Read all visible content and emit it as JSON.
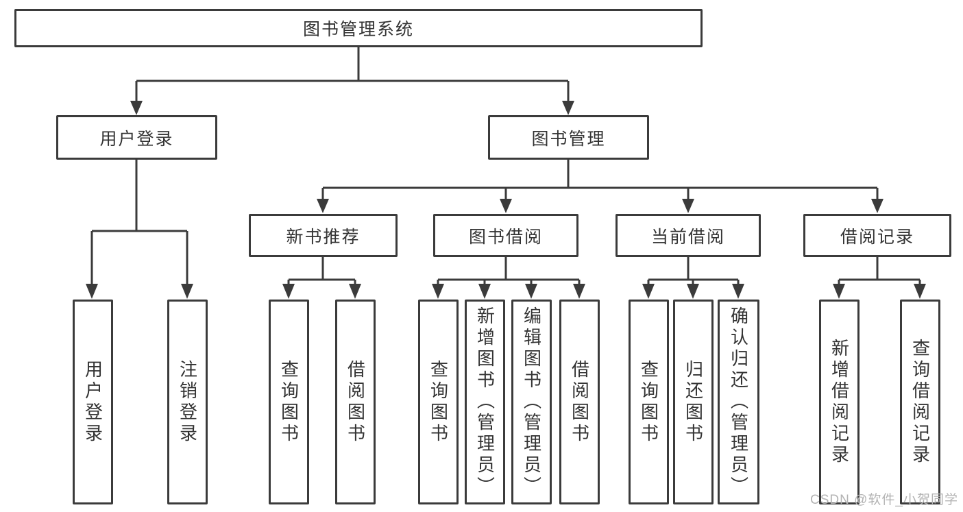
{
  "tree": {
    "root": "图书管理系统",
    "level1": [
      "用户登录",
      "图书管理"
    ],
    "user_children": [
      "用户登录",
      "注销登录"
    ],
    "level2": [
      "新书推荐",
      "图书借阅",
      "当前借阅",
      "借阅记录"
    ],
    "new_book_children": [
      "查询图书",
      "借阅图书"
    ],
    "borrow_children": [
      "查询图书",
      "新增图书（管理员）",
      "编辑图书（管理员）",
      "借阅图书"
    ],
    "current_children": [
      "查询图书",
      "归还图书",
      "确认归还（管理员）"
    ],
    "record_children": [
      "新增借阅记录",
      "查询借阅记录"
    ]
  },
  "watermark": "CSDN @软件_小贺同学",
  "colors": {
    "line": "#3b3b3b",
    "text": "#333333",
    "background": "#ffffff",
    "watermark": "#b3b3b3"
  }
}
